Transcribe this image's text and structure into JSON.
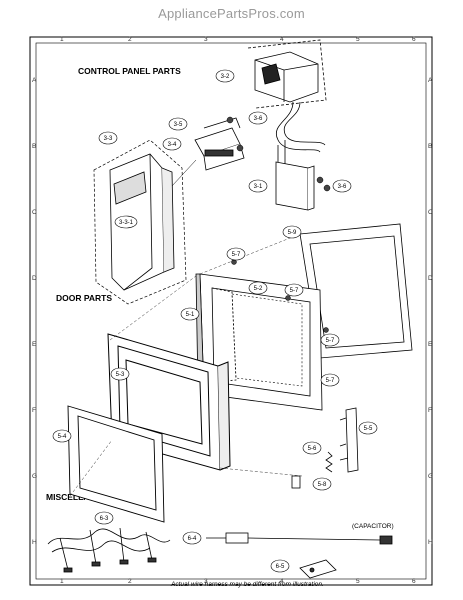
{
  "watermark": "AppliancePartsPros.com",
  "sections": {
    "control_panel": "CONTROL PANEL PARTS",
    "door": "DOOR PARTS",
    "misc": "MISCELLANEOUS"
  },
  "capacitor_label": "(CAPACITOR)",
  "footnote": "Actual wire harness may be different from illustration.",
  "grid": {
    "columns": [
      "1",
      "2",
      "3",
      "4",
      "5",
      "6"
    ],
    "rows": [
      "A",
      "B",
      "C",
      "D",
      "E",
      "F",
      "G",
      "H"
    ]
  },
  "callouts": [
    "3-2",
    "3-5",
    "3-6",
    "3-4",
    "3-3",
    "3-1",
    "3-6",
    "3-3-1",
    "5-9",
    "5-7",
    "5-2",
    "5-7",
    "5-1",
    "5-7",
    "5-3",
    "5-7",
    "5-5",
    "5-6",
    "5-4",
    "5-8",
    "6-3",
    "6-4",
    "6-5"
  ]
}
